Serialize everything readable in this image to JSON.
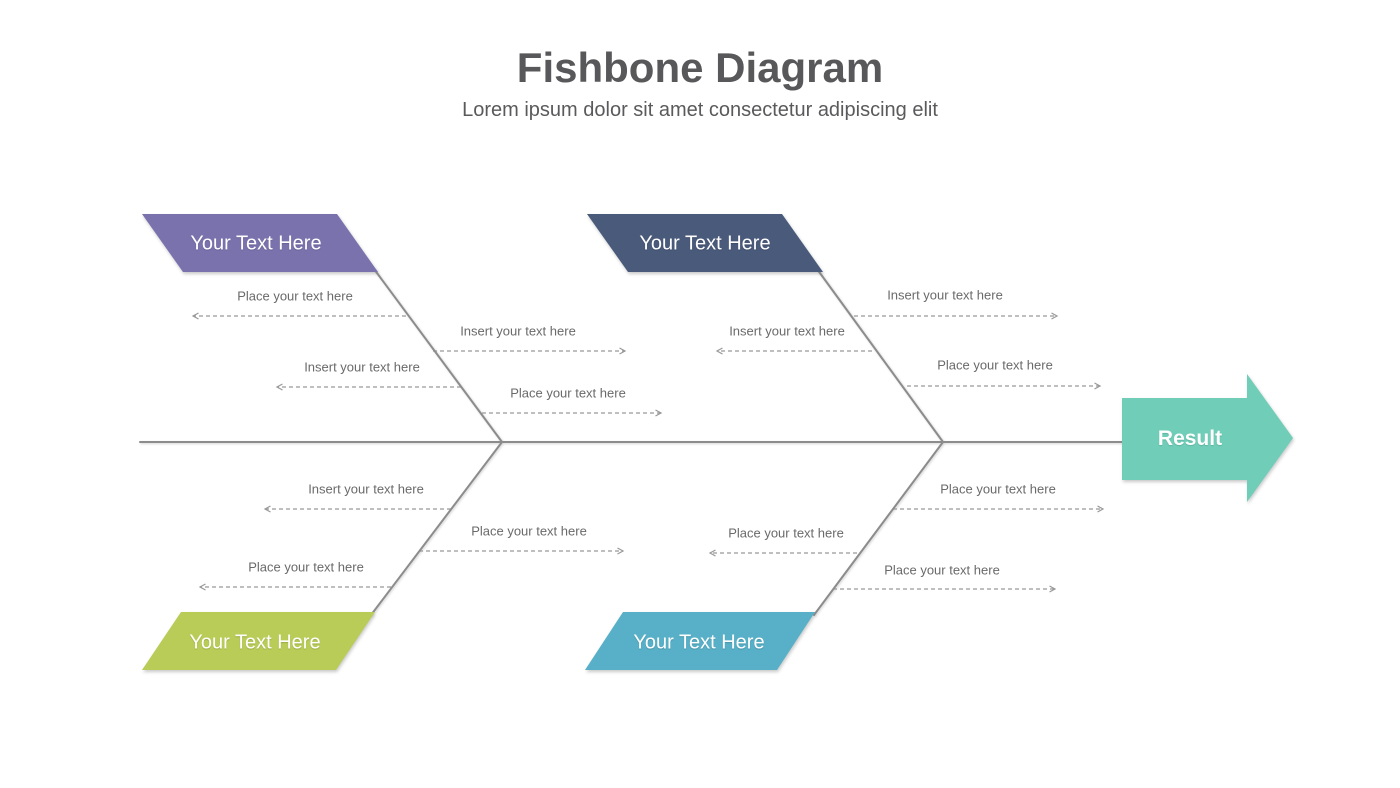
{
  "header": {
    "title": "Fishbone Diagram",
    "subtitle": "Lorem ipsum dolor sit amet consectetur adipiscing elit"
  },
  "categories": [
    {
      "position": "top-left",
      "label": "Your Text Here",
      "color": "#7a72ad"
    },
    {
      "position": "top-right",
      "label": "Your Text Here",
      "color": "#4a5a7b"
    },
    {
      "position": "bottom-left",
      "label": "Your Text Here",
      "color": "#b8cc57"
    },
    {
      "position": "bottom-right",
      "label": "Your Text Here",
      "color": "#57b0c7"
    }
  ],
  "result": {
    "label": "Result",
    "color": "#6fcdb8"
  },
  "branch_labels": {
    "top_left": [
      {
        "text": "Place your text here",
        "side": "left"
      },
      {
        "text": "Insert your text here",
        "side": "right"
      },
      {
        "text": "Insert your text here",
        "side": "left"
      },
      {
        "text": "Place your text here",
        "side": "right"
      }
    ],
    "top_right": [
      {
        "text": "Insert your text here",
        "side": "right"
      },
      {
        "text": "Insert your text here",
        "side": "left"
      },
      {
        "text": "Place your text here",
        "side": "right"
      }
    ],
    "bottom_left": [
      {
        "text": "Insert your text here",
        "side": "left"
      },
      {
        "text": "Place your text here",
        "side": "right"
      },
      {
        "text": "Place your text here",
        "side": "left"
      }
    ],
    "bottom_right": [
      {
        "text": "Place your text here",
        "side": "right"
      },
      {
        "text": "Place your text here",
        "side": "left"
      },
      {
        "text": "Place your text here",
        "side": "right"
      }
    ]
  },
  "colors": {
    "spine": "#8c8c8c",
    "dashed_arrow": "#999999",
    "title_text": "#58585a",
    "label_text": "#6a6a6a"
  }
}
